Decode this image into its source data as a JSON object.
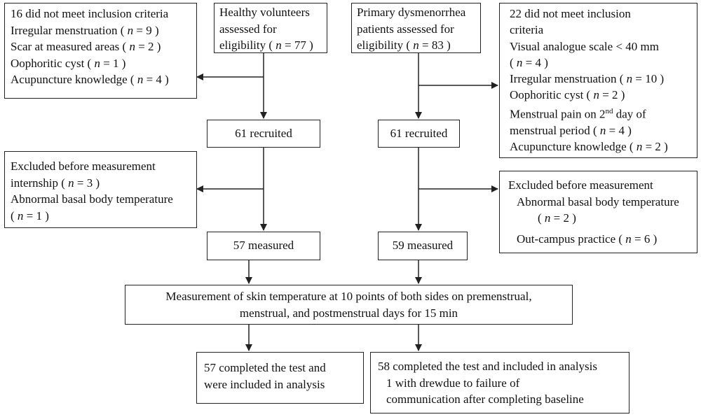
{
  "left_top_excl": {
    "lines": [
      "16 did not meet inclusion criteria",
      "Irregular menstruation ( n = 9 )",
      "Scar at measured areas ( n = 2 )",
      "Oophoritic cyst ( n = 1 )",
      "Acupuncture knowledge ( n = 4 )"
    ]
  },
  "healthy_assess": {
    "lines": [
      "Healthy volunteers",
      "assessed for",
      "eligibility ( n = 77 )"
    ]
  },
  "pd_assess": {
    "lines": [
      "Primary dysmenorrhea",
      "patients assessed for",
      "eligibility ( n = 83 )"
    ]
  },
  "right_top_excl": {
    "lines": [
      "22 did not meet inclusion",
      "criteria",
      "Visual analogue scale < 40 mm",
      "( n = 4 )",
      "Irregular menstruation ( n = 10 )",
      "Oophoritic cyst ( n = 2 )",
      "Menstrual pain on 2nd day of",
      "menstrual period ( n = 4 )",
      "Acupuncture knowledge ( n = 2 )"
    ]
  },
  "left_recruited": {
    "text": "61 recruited"
  },
  "right_recruited": {
    "text": "61 recruited"
  },
  "left_mid_excl": {
    "lines": [
      "Excluded before measurement",
      "internship ( n = 3 )",
      "Abnormal basal body temperature",
      "( n = 1 )"
    ]
  },
  "right_mid_excl": {
    "lines": [
      "Excluded before measurement",
      "Abnormal basal body temperature",
      "( n = 2 )",
      "Out-campus practice ( n = 6 )"
    ]
  },
  "left_measured": {
    "text": "57 measured"
  },
  "right_measured": {
    "text": "59 measured"
  },
  "measurement": {
    "lines": [
      "Measurement of skin temperature at 10 points of both sides on premenstrual,",
      "menstrual, and postmenstrual days for 15 min"
    ]
  },
  "left_completed": {
    "lines": [
      "57 completed the test and",
      "were included in analysis"
    ]
  },
  "right_completed": {
    "lines": [
      "58 completed the test and included in analysis",
      "1 with drewdue to failure of",
      "communication after completing baseline"
    ]
  }
}
